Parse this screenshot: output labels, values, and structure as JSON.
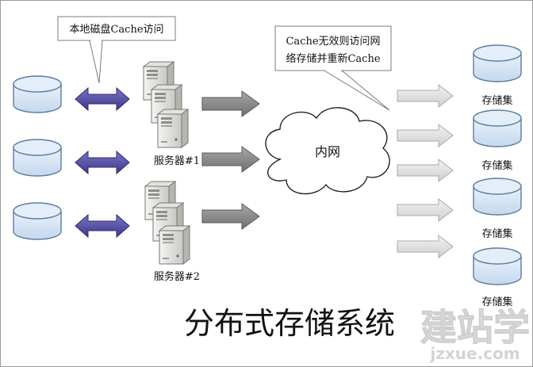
{
  "callouts": {
    "local_cache": "本地磁盘Cache访问",
    "network_cache_line1": "Cache无效则访问网",
    "network_cache_line2": "络存储并重新Cache"
  },
  "servers": {
    "server1_label": "服务器#1",
    "server2_label": "服务器#2"
  },
  "network": {
    "cloud_label": "内网"
  },
  "storage": {
    "cluster_labels": [
      "存储集",
      "存储集",
      "存储集",
      "存储集"
    ]
  },
  "title": "分布式存储系统",
  "watermark": {
    "main": "建站学",
    "sub": "jzxue.com"
  },
  "colors": {
    "disk_fill": "#d3e3f3",
    "disk_stroke": "#5d7d9f",
    "double_arrow": "#5a54a6",
    "dark_arrow": "#8a8a8a",
    "light_arrow": "#d9d9d9"
  }
}
